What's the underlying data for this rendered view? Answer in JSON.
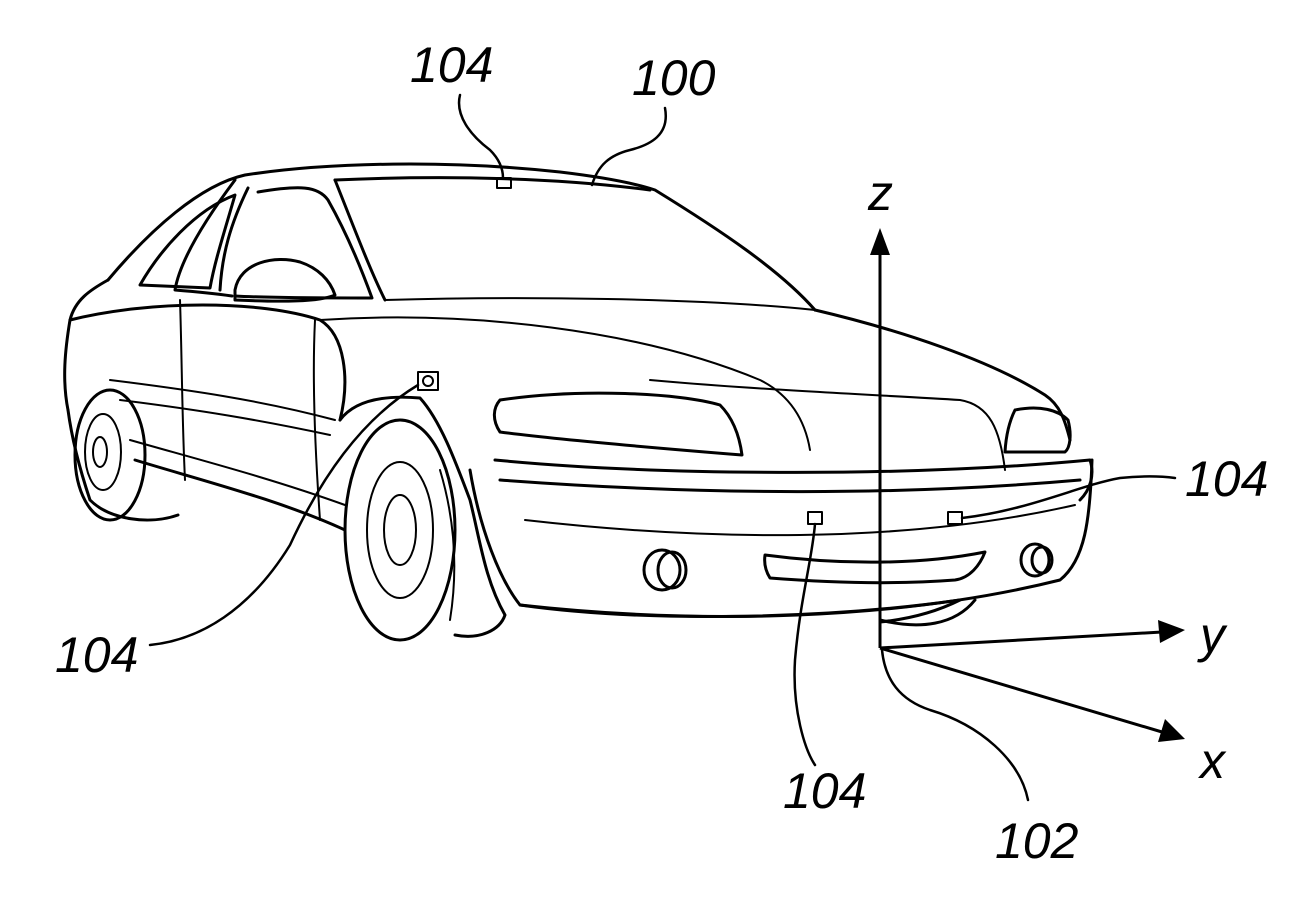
{
  "figure": {
    "labels": {
      "vehicle": "100",
      "origin": "102",
      "sensor_roof": "104",
      "sensor_fender": "104",
      "sensor_bumper_center": "104",
      "sensor_bumper_right": "104"
    },
    "axes": {
      "z": "z",
      "y": "y",
      "x": "x"
    }
  }
}
